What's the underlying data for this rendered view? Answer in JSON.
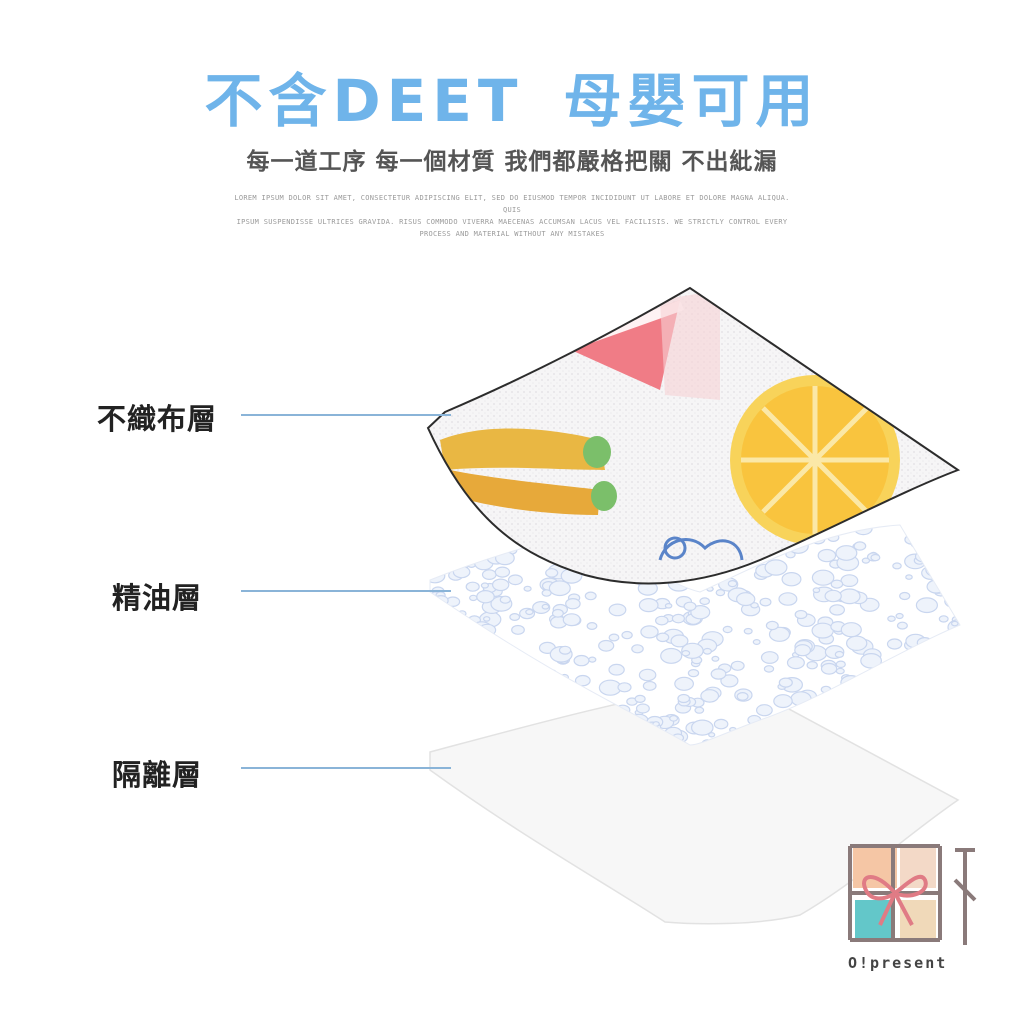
{
  "headline": {
    "part1": "不含DEET",
    "part2": "母嬰可用"
  },
  "subhead": "每一道工序 每一個材質 我們都嚴格把關 不出紕漏",
  "fine_print": [
    "LOREM IPSUM DOLOR SIT AMET, CONSECTETUR ADIPISCING ELIT, SED DO EIUSMOD TEMPOR INCIDIDUNT UT LABORE ET DOLORE MAGNA ALIQUA. QUIS",
    "IPSUM SUSPENDISSE ULTRICES GRAVIDA. RISUS COMMODO VIVERRA MAECENAS ACCUMSAN LACUS VEL FACILISIS. WE STRICTLY CONTROL EVERY",
    "PROCESS AND MATERIAL WITHOUT ANY MISTAKES"
  ],
  "layers": [
    {
      "label": "不織布層"
    },
    {
      "label": "精油層"
    },
    {
      "label": "隔離層"
    }
  ],
  "logo": {
    "text": "O!present"
  },
  "colors": {
    "headline": "#6fb4ea",
    "leader": "#8ab4d8",
    "drops": "#c9d6ef"
  }
}
